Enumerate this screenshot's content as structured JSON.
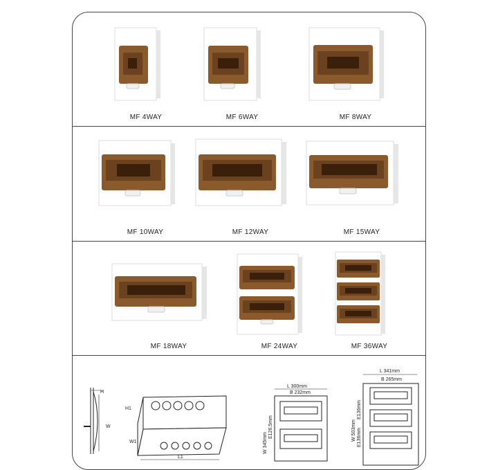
{
  "products": [
    {
      "id": "4way",
      "label": "MF 4WAY",
      "rows": 1
    },
    {
      "id": "6way",
      "label": "MF 6WAY",
      "rows": 1
    },
    {
      "id": "8way",
      "label": "MF 8WAY",
      "rows": 1
    },
    {
      "id": "10way",
      "label": "MF 10WAY",
      "rows": 1
    },
    {
      "id": "12way",
      "label": "MF 12WAY",
      "rows": 1
    },
    {
      "id": "15way",
      "label": "MF 15WAY",
      "rows": 1
    },
    {
      "id": "18way",
      "label": "MF 18WAY",
      "rows": 1
    },
    {
      "id": "24way",
      "label": "MF 24WAY",
      "rows": 2
    },
    {
      "id": "36way",
      "label": "MF 36WAY",
      "rows": 3
    }
  ],
  "drawings": {
    "side": {
      "h": "H",
      "w": "W"
    },
    "iso": {
      "h1": "H1",
      "w1": "W1",
      "l1": "L1"
    },
    "two_row": {
      "l": "L 300mm",
      "b": "B 232mm",
      "w": "W 345mm",
      "e": "E126.5mm"
    },
    "three_row": {
      "l": "L 341mm",
      "b": "B 265mm",
      "w": "W 503mm",
      "e1": "E136mm",
      "e2": "E136mm"
    }
  },
  "colors": {
    "door": "#8a5a2c",
    "door_dark": "#5a3412",
    "panel": "#ffffff",
    "border": "#444444"
  }
}
